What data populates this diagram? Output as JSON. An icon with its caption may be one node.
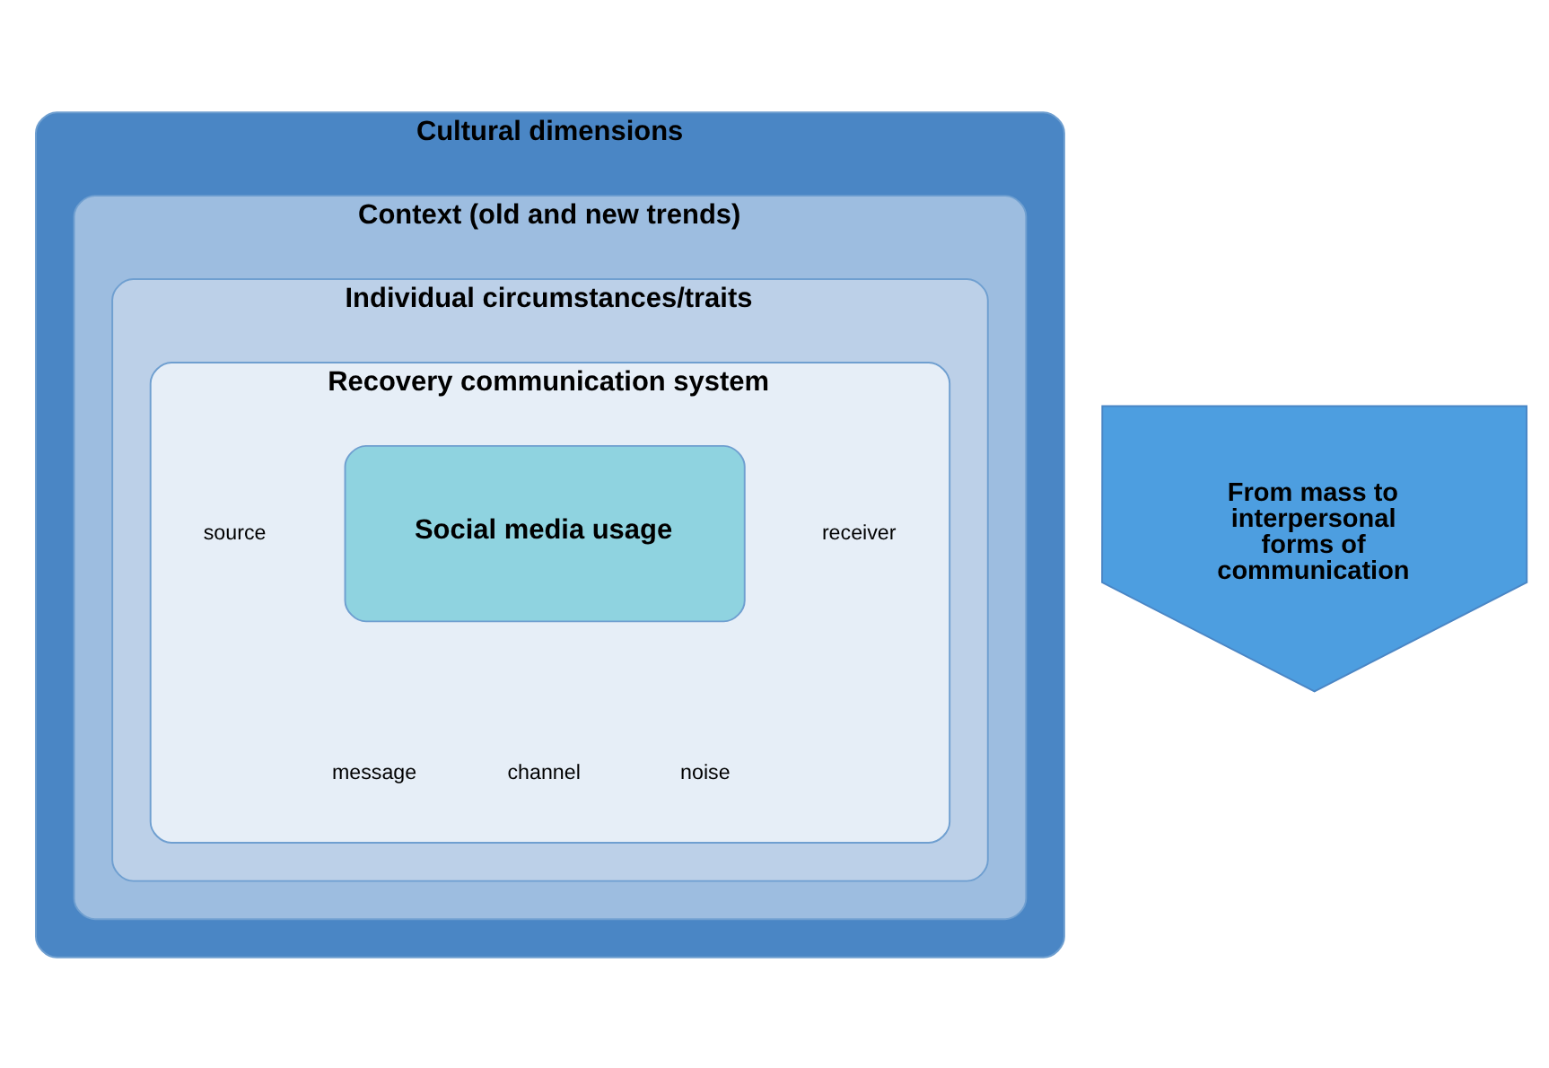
{
  "diagram": {
    "nodes": [
      {
        "text": [
          "Cultural dimensions"
        ]
      },
      {
        "text": [
          "Context (old and new trends)"
        ],
        "in": 0
      },
      {
        "text": [
          "Individual circumstances/traits"
        ],
        "in": 1
      },
      {
        "text": [
          "Recovery communication system"
        ],
        "in": 2
      },
      {
        "text": [
          "Social media usage"
        ],
        "in": 3
      },
      {
        "text": [
          "From mass to interpersonal forms of communication"
        ]
      }
    ],
    "edges": [],
    "labels": [
      "source",
      "receiver",
      "message",
      "channel",
      "noise"
    ]
  }
}
